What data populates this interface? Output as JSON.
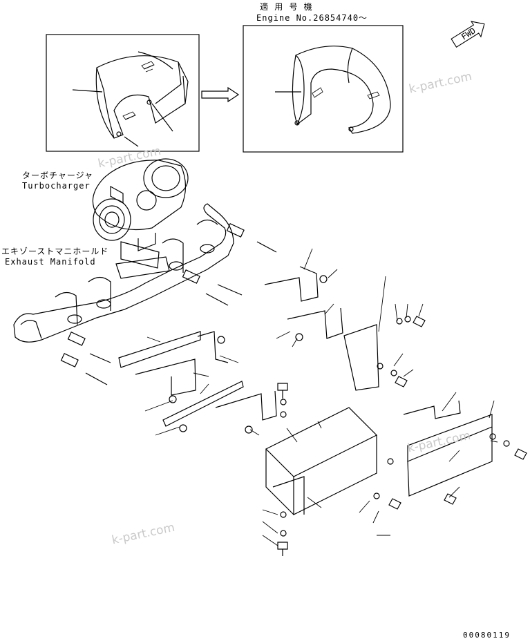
{
  "applicable": {
    "label_jp": "適 用 号 機",
    "label_en": "Engine No.26854740～"
  },
  "direction_badge": "FWD",
  "parts": {
    "turbocharger_jp": "ターボチャージャ",
    "turbocharger_en": "Turbocharger",
    "exhaust_manifold_jp": "エキゾーストマニホールド",
    "exhaust_manifold_en": "Exhaust Manifold"
  },
  "watermarks": [
    "k-part.com",
    "k-part.com",
    "k-part.com",
    "k-part.com"
  ],
  "drawing_number": "00080119"
}
